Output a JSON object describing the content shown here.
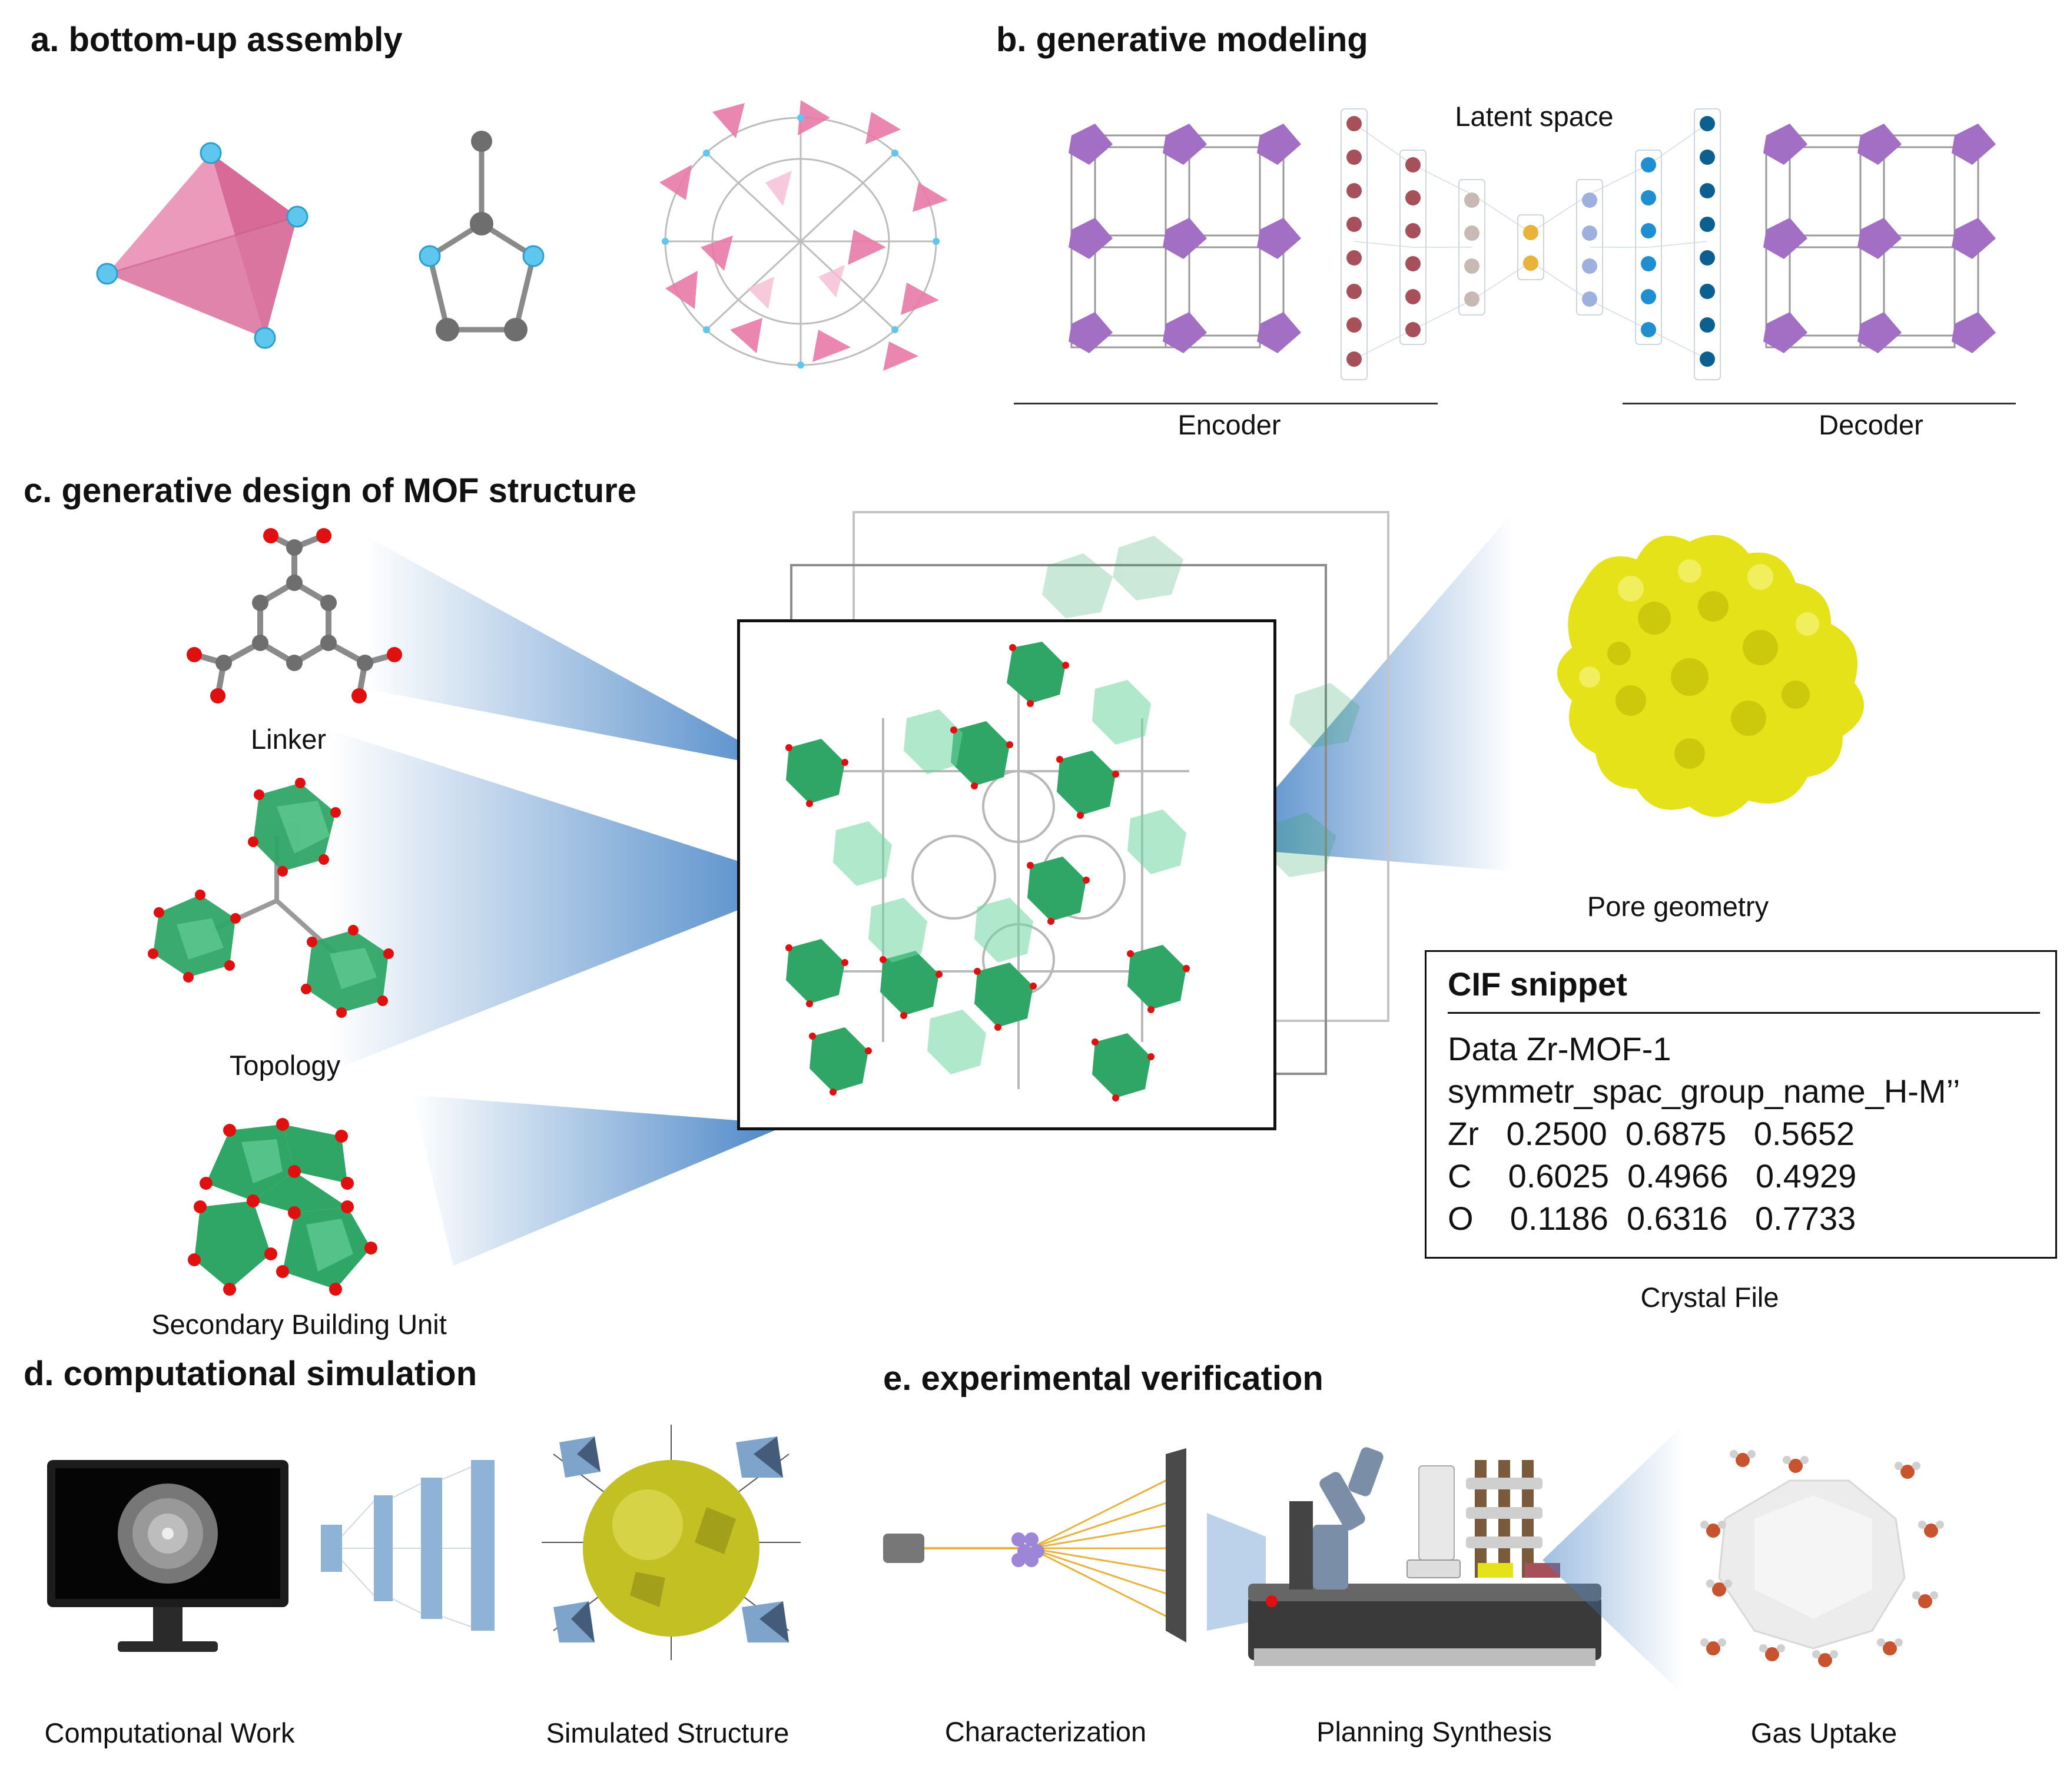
{
  "panels": {
    "a": {
      "title": "a. bottom-up assembly"
    },
    "b": {
      "title": "b. generative modeling",
      "latent_label": "Latent space",
      "encoder_label": "Encoder",
      "decoder_label": "Decoder"
    },
    "c": {
      "title": "c. generative design of MOF structure",
      "linker_label": "Linker",
      "topology_label": "Topology",
      "sbu_label": "Secondary Building Unit",
      "pore_label": "Pore geometry",
      "crystal_file_label": "Crystal File",
      "cif": {
        "title": "CIF snippet",
        "lines": [
          "Data Zr-MOF-1",
          "symmetr_spac_group_name_H-M’’",
          "Zr   0.2500  0.6875   0.5652",
          "C    0.6025  0.4966   0.4929",
          "O    0.1186  0.6316   0.7733"
        ]
      }
    },
    "d": {
      "title": "d. computational simulation",
      "computational_work_label": "Computational Work",
      "simulated_structure_label": "Simulated Structure"
    },
    "e": {
      "title": "e. experimental verification",
      "characterization_label": "Characterization",
      "planning_synthesis_label": "Planning Synthesis",
      "gas_uptake_label": "Gas Uptake"
    }
  },
  "colors": {
    "pink_tetrahedron": "#e07fa6",
    "cyan_atom": "#5fc7ee",
    "mof_green": "#2fa566",
    "oxygen_red": "#e01010",
    "mof_purple": "#a26fc4",
    "encoder_node": "#a8505a",
    "latent_node": "#e8b23b",
    "decoder_node": "#1075b2",
    "pore_yellow": "#e6e21a",
    "beam_blue": "#3f7fc4"
  }
}
